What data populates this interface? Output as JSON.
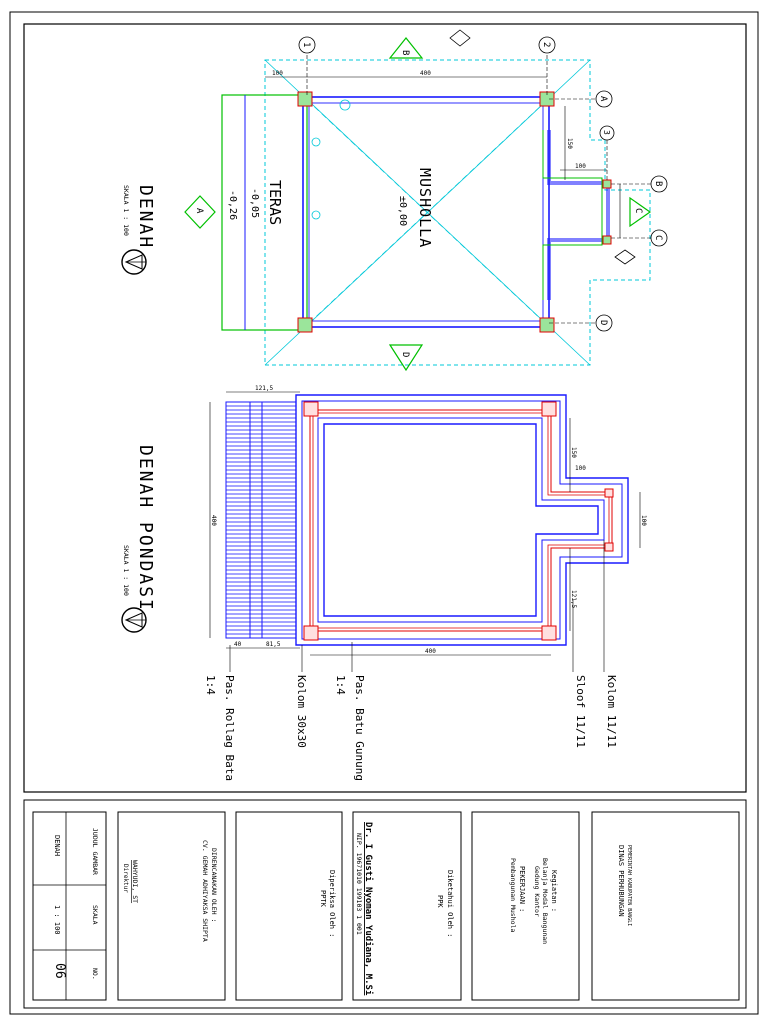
{
  "plan": {
    "title": "DENAH",
    "scale": "SKALA 1 : 100",
    "room_name": "MUSHOLLA",
    "room_level": "±0,00",
    "teras_name": "TERAS",
    "teras_level_1": "-0,05",
    "teras_level_2": "-0,26"
  },
  "foundation": {
    "title": "DENAH PONDASI",
    "scale": "SKALA 1 : 100"
  },
  "grid_labels": {
    "col_1": "1",
    "col_2": "2",
    "col_3": "3",
    "row_a": "A",
    "row_b": "B",
    "row_c": "C",
    "row_d": "D"
  },
  "section_markers": {
    "a": "A",
    "b": "B",
    "c": "C",
    "d": "D"
  },
  "dimensions": {
    "d100": "100",
    "d400": "400",
    "d150": "150",
    "d121_5": "121,5",
    "d81_5": "81,5",
    "d40": "40",
    "d100b": "100"
  },
  "legend": {
    "item_1_line1": "Pas. Rollag Bata",
    "item_1_line2": "1:4",
    "item_2": "Kolom 30x30",
    "item_3_line1": "Pas. Batu Gunung",
    "item_3_line2": "1:4",
    "item_4": "Sloof 11/11",
    "item_5": "Kolom 11/11"
  },
  "title_block": {
    "agency_line1": "PEMERINTAH KABUPATEN BANGLI",
    "agency_line2": "DINAS PERHUBUNGAN",
    "kegiatan_label": "Kegiatan :",
    "kegiatan_line1": "Belanja Modal Bangunan",
    "kegiatan_line2": "Gedung Kantor",
    "pekerjaan_label": "PEKERJAAN :",
    "pekerjaan_value": "Pembangunan Mushola",
    "diketahui_label": "Diketahui Oleh :",
    "diketahui_role": "PPK",
    "official_name": "Dr. I Gusti Nyoman Yudiana, M.Si",
    "official_nip": "NIP. 19671010 199103 1 001",
    "diperiksa_label": "Diperiksa Oleh :",
    "diperiksa_role": "PPTK",
    "direncanakan_label": "DIRENCANAKAN OLEH :",
    "direncanakan_company": "CV. GEMAH ADHIYAKSA SHIPTA",
    "director_name": "WAHYUDI, ST",
    "director_title": "Direktur",
    "judul_label": "JUDUL GAMBAR",
    "judul_value": "DENAH",
    "skala_label": "SKALA",
    "skala_value": "1 : 100",
    "no_label": "NO.",
    "no_value": "06"
  }
}
